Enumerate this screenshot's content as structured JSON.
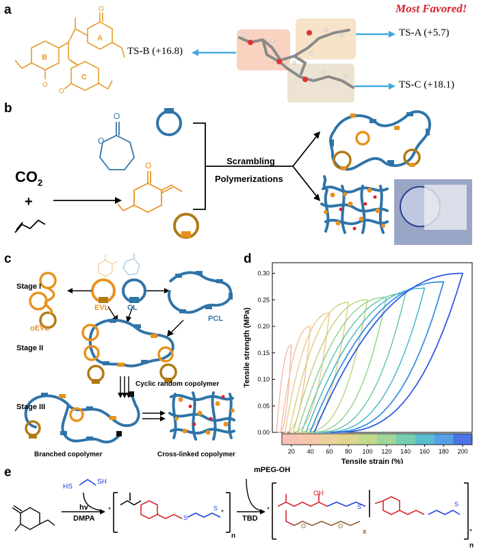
{
  "panels": {
    "a": "a",
    "b": "b",
    "c": "c",
    "d": "d",
    "e": "e"
  },
  "a": {
    "most_favored": "Most Favored!",
    "ts_a": "TS-A (+5.7)",
    "ts_b": "TS-B (+16.8)",
    "ts_c": "TS-C (+18.1)",
    "ring_a": "A",
    "ring_b": "B",
    "ring_c": "C",
    "ring_o": "O",
    "colors": {
      "orange": "#E69B2A",
      "arrow": "#3FA9E0",
      "box_a": "#F6E3C8",
      "box_b": "#F9D3C0",
      "box_c": "#EDE3D2"
    }
  },
  "b": {
    "co2": "CO",
    "co2_sub": "2",
    "plus": "+",
    "scrambling": "Scrambling",
    "polymerizations": "Polymerizations",
    "atom_o": "O",
    "colors": {
      "blue": "#2F74A8",
      "orange": "#E8921E",
      "olive": "#B07A14"
    }
  },
  "c": {
    "stage1": "Stage I",
    "stage2": "Stage II",
    "stage3": "Stage III",
    "oevl": "oEVL",
    "evl": "EVL",
    "cl": "CL",
    "pcl": "PCL",
    "cyclic": "Cyclic random copolymer",
    "branched": "Branched copolymer",
    "crosslinked": "Cross-linked copolymer"
  },
  "e": {
    "hs_sh": [
      "HS",
      "SH"
    ],
    "mpeg": "mPEG-OH",
    "hv": "hv",
    "dmpa": "DMPA",
    "tbd": "TBD",
    "oh": "OH",
    "n": "n",
    "x": "x",
    "s": "S",
    "o": "O",
    "star": "*"
  },
  "chart_data": {
    "type": "line",
    "title": "",
    "xlabel": "Tensile strain (%)",
    "ylabel": "Tensile strength (MPa)",
    "xlim": [
      0,
      210
    ],
    "ylim": [
      0,
      0.32
    ],
    "xticks": [
      20,
      40,
      60,
      80,
      100,
      120,
      140,
      160,
      180,
      200
    ],
    "yticks": [
      0.0,
      0.05,
      0.1,
      0.15,
      0.2,
      0.25,
      0.3
    ],
    "ytick_labels": [
      "0.00",
      "0.05",
      "0.10",
      "0.15",
      "0.20",
      "0.25",
      "0.30"
    ],
    "notes": "cyclic loading-unloading hysteresis loops; color bar under x-axis from light red to blue",
    "series": [
      {
        "max_strain": 20,
        "max_stress": 0.165,
        "color": "#F4B7A8"
      },
      {
        "max_strain": 40,
        "max_stress": 0.2,
        "color": "#F3BE9A"
      },
      {
        "max_strain": 60,
        "max_stress": 0.225,
        "color": "#E9C98A"
      },
      {
        "max_strain": 80,
        "max_stress": 0.245,
        "color": "#D8CF79"
      },
      {
        "max_strain": 100,
        "max_stress": 0.25,
        "color": "#B9D27A"
      },
      {
        "max_strain": 120,
        "max_stress": 0.255,
        "color": "#8FCF8A"
      },
      {
        "max_strain": 140,
        "max_stress": 0.262,
        "color": "#5DC5A4"
      },
      {
        "max_strain": 160,
        "max_stress": 0.272,
        "color": "#3BB3C6"
      },
      {
        "max_strain": 180,
        "max_stress": 0.284,
        "color": "#3A8FE0"
      },
      {
        "max_strain": 200,
        "max_stress": 0.3,
        "color": "#2E5BE3"
      }
    ]
  }
}
